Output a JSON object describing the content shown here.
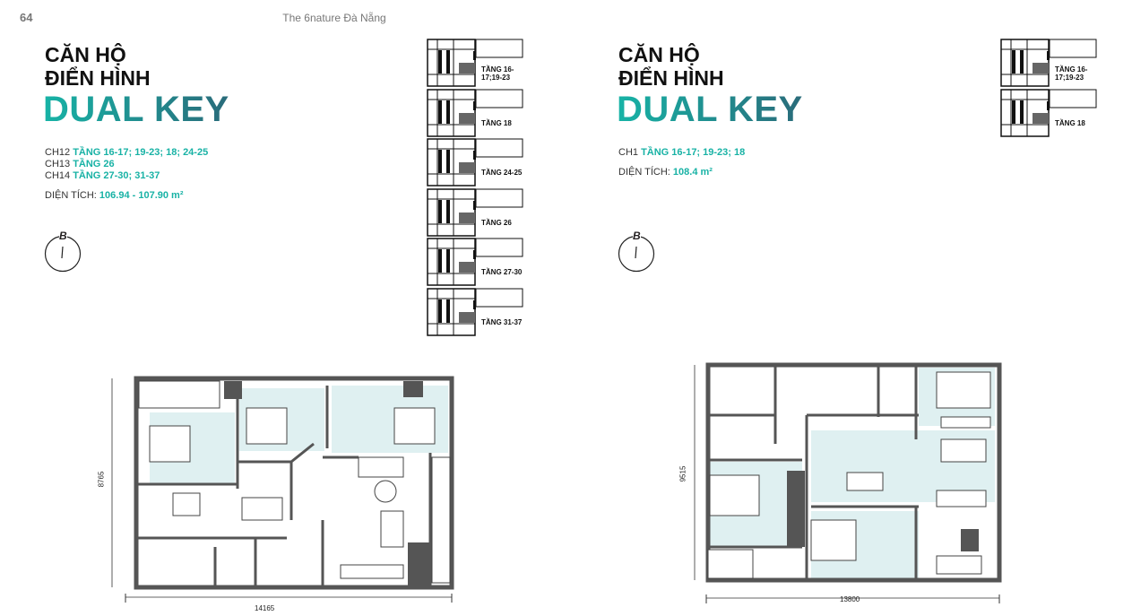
{
  "header": {
    "page_number": "64",
    "title": "The 6nature Đà Nẵng"
  },
  "left": {
    "heading_line1": "CĂN HỘ",
    "heading_line2": "ĐIỂN HÌNH",
    "heading_main": "DUAL KEY",
    "units": [
      {
        "code": "CH12",
        "floors": "TẦNG 16-17; 19-23; 18; 24-25"
      },
      {
        "code": "CH13",
        "floors": "TẦNG 26"
      },
      {
        "code": "CH14",
        "floors": "TẦNG 27-30; 31-37"
      }
    ],
    "area_label": "DIỆN TÍCH:",
    "area_value": "106.94 - 107.90 m²",
    "compass_label": "B",
    "key_plans": [
      "TẦNG 16-17;19-23",
      "TẦNG 18",
      "TẦNG 24-25",
      "TẦNG 26",
      "TẦNG 27-30",
      "TẦNG 31-37"
    ],
    "dim_height": "8765",
    "dim_width": "14165"
  },
  "right": {
    "heading_line1": "CĂN HỘ",
    "heading_line2": "ĐIỂN HÌNH",
    "heading_main": "DUAL KEY",
    "units": [
      {
        "code": "CH1",
        "floors": "TẦNG 16-17; 19-23; 18"
      }
    ],
    "area_label": "DIỆN TÍCH:",
    "area_value": "108.4 m²",
    "compass_label": "B",
    "key_plans": [
      "TẦNG 16-17;19-23",
      "TẦNG 18"
    ],
    "dim_height": "9515",
    "dim_width": "13800"
  },
  "colors": {
    "teal": "#18b2a5",
    "room_fill": "#dff0f1",
    "wall": "#555555"
  }
}
